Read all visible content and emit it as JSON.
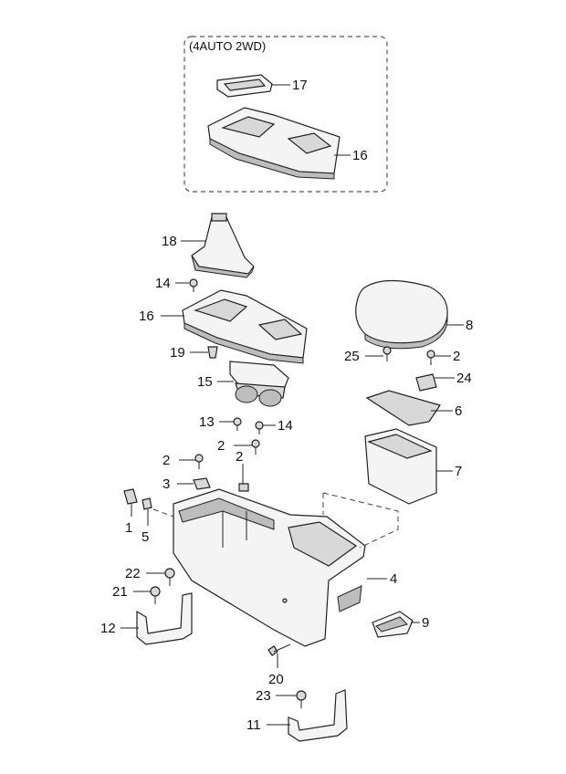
{
  "variant_box": {
    "label": "(4AUTO 2WD)"
  },
  "callouts": {
    "c1": "1",
    "c2a": "2",
    "c2b": "2",
    "c2c": "2",
    "c2d": "2",
    "c3": "3",
    "c4": "4",
    "c5": "5",
    "c6": "6",
    "c7": "7",
    "c8": "8",
    "c9": "9",
    "c11": "11",
    "c12": "12",
    "c13": "13",
    "c14a": "14",
    "c14b": "14",
    "c15": "15",
    "c16a": "16",
    "c16b": "16",
    "c17": "17",
    "c18": "18",
    "c19": "19",
    "c20": "20",
    "c21": "21",
    "c22": "22",
    "c23": "23",
    "c24": "24",
    "c25": "25"
  }
}
